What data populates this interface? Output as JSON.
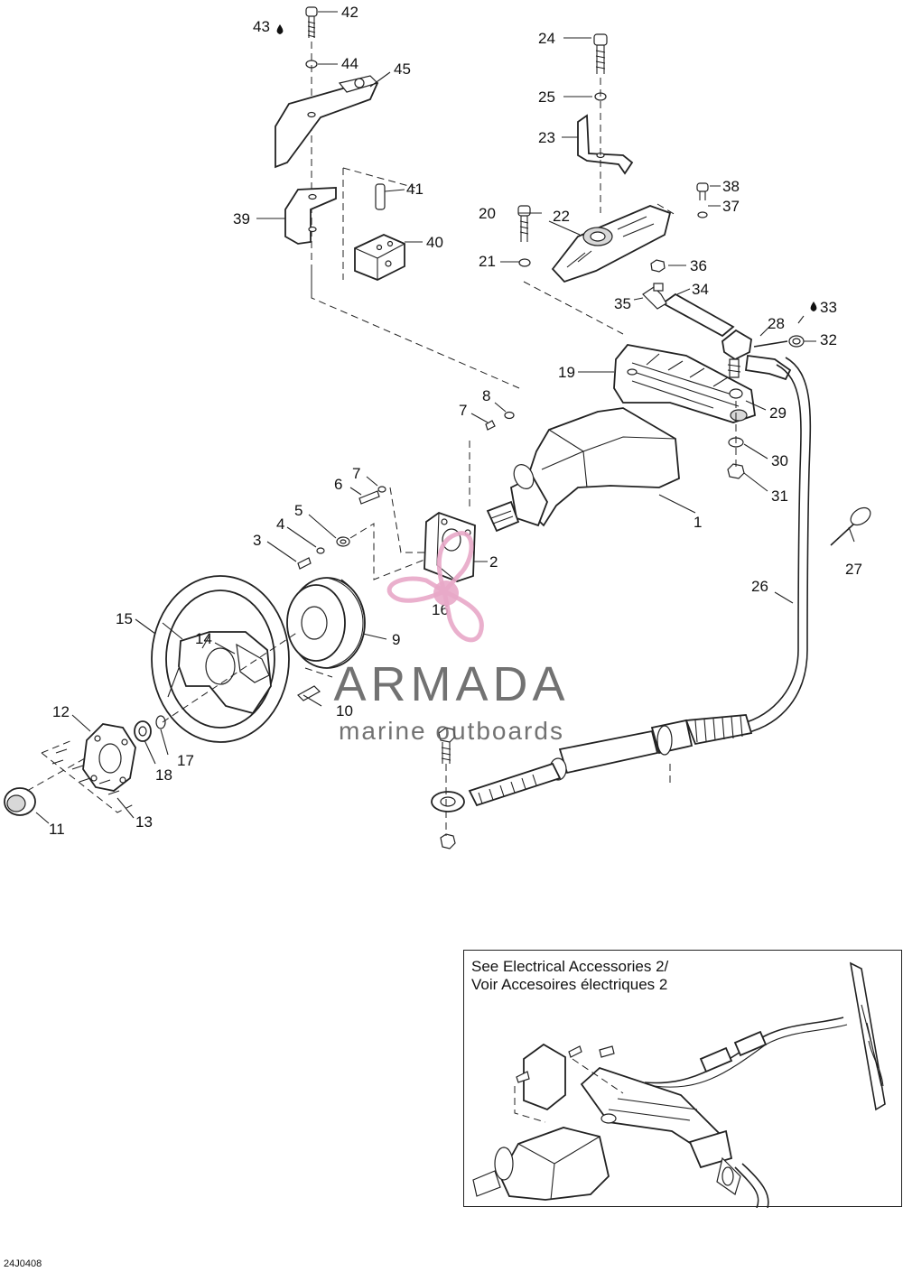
{
  "figure": {
    "code": "24J0408"
  },
  "watermark": {
    "brand": "ARMADA",
    "tagline": "marine outboards",
    "brand_color": "#e8a8c8"
  },
  "inset": {
    "note_line1": "See Electrical Accessories 2/",
    "note_line2": "Voir Accesoires électriques 2"
  },
  "callouts": [
    {
      "id": "c42",
      "text": "42"
    },
    {
      "id": "c43",
      "text": "43"
    },
    {
      "id": "c44",
      "text": "44"
    },
    {
      "id": "c45",
      "text": "45"
    },
    {
      "id": "c41",
      "text": "41"
    },
    {
      "id": "c39",
      "text": "39"
    },
    {
      "id": "c40",
      "text": "40"
    },
    {
      "id": "c24",
      "text": "24"
    },
    {
      "id": "c25",
      "text": "25"
    },
    {
      "id": "c23",
      "text": "23"
    },
    {
      "id": "c20",
      "text": "20"
    },
    {
      "id": "c22",
      "text": "22"
    },
    {
      "id": "c21",
      "text": "21"
    },
    {
      "id": "c38",
      "text": "38"
    },
    {
      "id": "c37",
      "text": "37"
    },
    {
      "id": "c36",
      "text": "36"
    },
    {
      "id": "c35",
      "text": "35"
    },
    {
      "id": "c34",
      "text": "34"
    },
    {
      "id": "c33",
      "text": "33"
    },
    {
      "id": "c32",
      "text": "32"
    },
    {
      "id": "c28",
      "text": "28"
    },
    {
      "id": "c19",
      "text": "19"
    },
    {
      "id": "c29",
      "text": "29"
    },
    {
      "id": "c8",
      "text": "8"
    },
    {
      "id": "c7a",
      "text": "7"
    },
    {
      "id": "c30",
      "text": "30"
    },
    {
      "id": "c31",
      "text": "31"
    },
    {
      "id": "c6",
      "text": "6"
    },
    {
      "id": "c7b",
      "text": "7"
    },
    {
      "id": "c1",
      "text": "1"
    },
    {
      "id": "c5",
      "text": "5"
    },
    {
      "id": "c4",
      "text": "4"
    },
    {
      "id": "c3",
      "text": "3"
    },
    {
      "id": "c2",
      "text": "2"
    },
    {
      "id": "c27",
      "text": "27"
    },
    {
      "id": "c26",
      "text": "26"
    },
    {
      "id": "c16",
      "text": "16"
    },
    {
      "id": "c15",
      "text": "15"
    },
    {
      "id": "c14",
      "text": "14"
    },
    {
      "id": "c9",
      "text": "9"
    },
    {
      "id": "c10",
      "text": "10"
    },
    {
      "id": "c12",
      "text": "12"
    },
    {
      "id": "c17",
      "text": "17"
    },
    {
      "id": "c18",
      "text": "18"
    },
    {
      "id": "c13",
      "text": "13"
    },
    {
      "id": "c11",
      "text": "11"
    }
  ]
}
